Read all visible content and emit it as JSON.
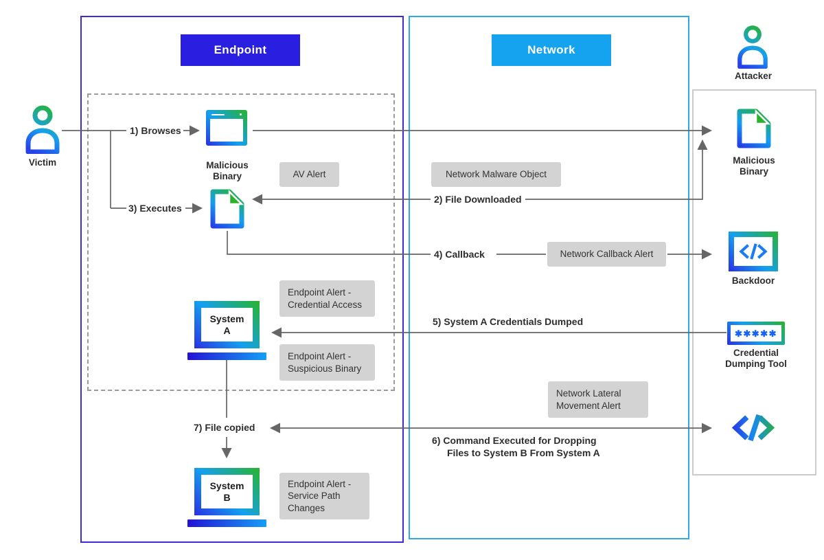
{
  "regions": {
    "endpoint": {
      "label": "Endpoint"
    },
    "network": {
      "label": "Network"
    }
  },
  "actors": {
    "victim": {
      "label": "Victim"
    },
    "attacker": {
      "label": "Attacker"
    }
  },
  "steps": {
    "s1": {
      "label": "1) Browses"
    },
    "s2": {
      "label": "2) File Downloaded"
    },
    "s3": {
      "label": "3) Executes"
    },
    "s4": {
      "label": "4) Callback"
    },
    "s5": {
      "label": "5) System A Credentials Dumped"
    },
    "s6": {
      "line1": "6) Command Executed for Dropping",
      "line2": "Files to System B From System A"
    },
    "s7": {
      "label": "7) File copied"
    }
  },
  "alerts": {
    "av": {
      "label": "AV Alert"
    },
    "network_malware_object": {
      "label": "Network Malware Object"
    },
    "network_callback": {
      "label": "Network Callback Alert"
    },
    "endpoint_credential_access": {
      "label": "Endpoint Alert -\nCredential Access"
    },
    "endpoint_suspicious_binary": {
      "label": "Endpoint Alert -\nSuspicious Binary"
    },
    "network_lateral_movement": {
      "label": "Network Lateral\nMovement Alert"
    },
    "endpoint_service_path": {
      "label": "Endpoint Alert -\nService Path\nChanges"
    }
  },
  "endpoint_nodes": {
    "browser": {
      "icon": "browser-window-icon"
    },
    "malicious_binary": {
      "label": "Malicious\nBinary",
      "icon": "file-icon"
    },
    "system_a": {
      "label": "System\nA",
      "icon": "laptop-icon"
    },
    "system_b": {
      "label": "System\nB",
      "icon": "laptop-icon"
    }
  },
  "attacker_tools": {
    "malicious_binary": {
      "label": "Malicious\nBinary",
      "icon": "file-icon"
    },
    "backdoor": {
      "label": "Backdoor",
      "icon": "code-window-icon"
    },
    "credential_dumping": {
      "label": "Credential\nDumping Tool",
      "icon": "password-stars-icon",
      "stars": "✱✱✱✱✱"
    },
    "remote_code": {
      "icon": "code-icon"
    }
  },
  "colors": {
    "endpoint_header_bg": "#2a1fe0",
    "endpoint_border": "#3b2bd6",
    "network_header_bg": "#15a3ef",
    "network_border": "#2fa7ea",
    "alert_bg": "#d3d3d3",
    "flow_line": "#666666",
    "gradient_green": "#28b42c",
    "gradient_blue": "#149ff0",
    "gradient_deep_blue": "#2a2fe2"
  }
}
